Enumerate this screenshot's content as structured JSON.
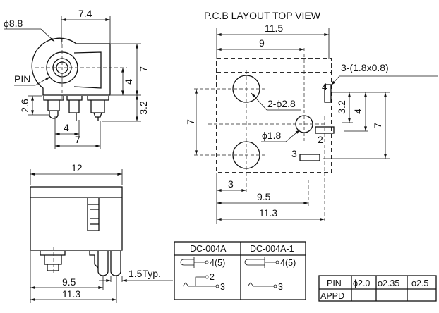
{
  "side_view": {
    "dia": "ϕ8.8",
    "pin": "PIN",
    "w": "7.4",
    "h7": "7",
    "h4": "4",
    "h32": "3.2",
    "h26": "2.6",
    "p4": "4",
    "p7": "7"
  },
  "pcb": {
    "title": "P.C.B LAYOUT  TOP VIEW",
    "w115": "11.5",
    "w9": "9",
    "pad_spec": "3-(1.8x0.8)",
    "hole_big": "2-ϕ2.8",
    "hole_small": "ϕ1.8",
    "pin4": "4",
    "pin2": "2",
    "pin3": "3",
    "v7": "7",
    "r32": "3.2",
    "r4": "4",
    "r7": "7",
    "b3": "3",
    "b95": "9.5",
    "b113": "11.3"
  },
  "front_view": {
    "w12": "12",
    "d95": "9.5",
    "d113": "11.3",
    "typ": "1.5Typ."
  },
  "model_table": {
    "col1": "DC-004A",
    "col2": "DC-004A-1",
    "p45a": "4(5)",
    "p2": "2",
    "p3a": "3",
    "p45b": "4(5)",
    "p3b": "3"
  },
  "pin_table": {
    "headers": [
      "PIN",
      "ϕ2.0",
      "ϕ2.35",
      "ϕ2.5"
    ],
    "row_label": "APPD",
    "row_values": [
      "",
      "",
      ""
    ]
  }
}
